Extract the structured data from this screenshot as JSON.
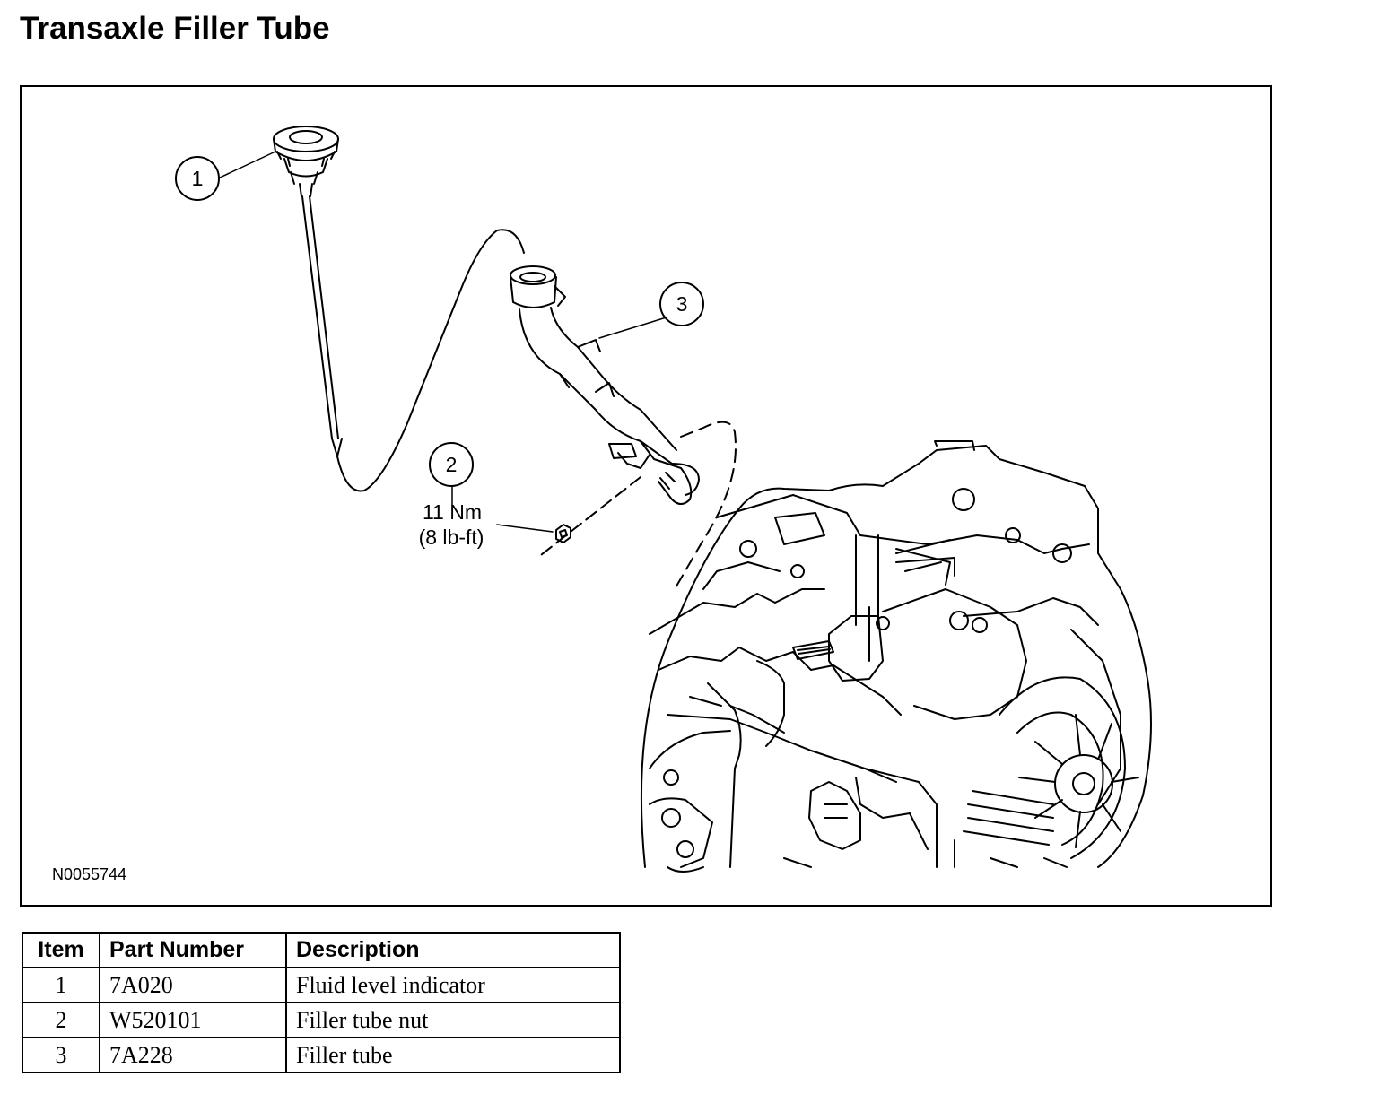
{
  "title": "Transaxle Filler Tube",
  "figure": {
    "callouts": [
      {
        "number": "1"
      },
      {
        "number": "2",
        "torque_nm": "11 Nm",
        "torque_lbft": "(8 lb-ft)"
      },
      {
        "number": "3"
      }
    ],
    "figure_id": "N0055744"
  },
  "table": {
    "headers": {
      "item": "Item",
      "part_number": "Part Number",
      "description": "Description"
    },
    "rows": [
      {
        "item": "1",
        "part_number": "7A020",
        "description": "Fluid level indicator"
      },
      {
        "item": "2",
        "part_number": "W520101",
        "description": "Filler tube nut"
      },
      {
        "item": "3",
        "part_number": "7A228",
        "description": "Filler tube"
      }
    ]
  }
}
